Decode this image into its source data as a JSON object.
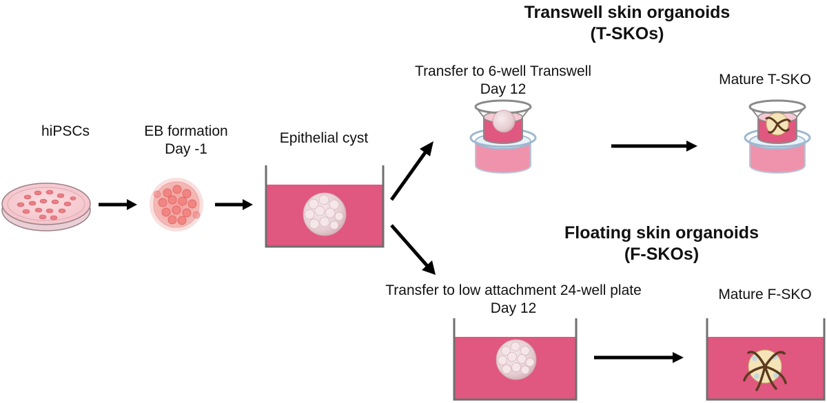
{
  "sections": {
    "transwell": {
      "title_line1": "Transwell skin organoids",
      "title_line2": "(T-SKOs)"
    },
    "floating": {
      "title_line1": "Floating skin organoids",
      "title_line2": "(F-SKOs)"
    }
  },
  "steps": {
    "hipscs": {
      "label": "hiPSCs",
      "icon": "petri-dish"
    },
    "eb_formation": {
      "label_line1": "EB formation",
      "label_line2": "Day -1",
      "icon": "embryoid-body"
    },
    "epithelial_cyst": {
      "label": "Epithelial cyst",
      "icon": "beaker-with-cyst"
    },
    "transwell_transfer": {
      "label_line1": "Transfer to 6-well Transwell",
      "label_line2": "Day 12",
      "icon": "transwell-insert"
    },
    "mature_tsko": {
      "label": "Mature T-SKO",
      "icon": "transwell-with-organoid"
    },
    "low_attachment_transfer": {
      "label_line1": "Transfer to low attachment 24-well plate",
      "label_line2": "Day 12",
      "icon": "beaker-with-cyst"
    },
    "mature_fsko": {
      "label": "Mature F-SKO",
      "icon": "beaker-with-organoid"
    }
  },
  "colors": {
    "medium": "#e0577f",
    "medium_light": "#ef93ad",
    "cyst": "#e7d0d4",
    "cell": "#f08080",
    "glass": "#b9d4e8",
    "arrow": "#000000"
  }
}
